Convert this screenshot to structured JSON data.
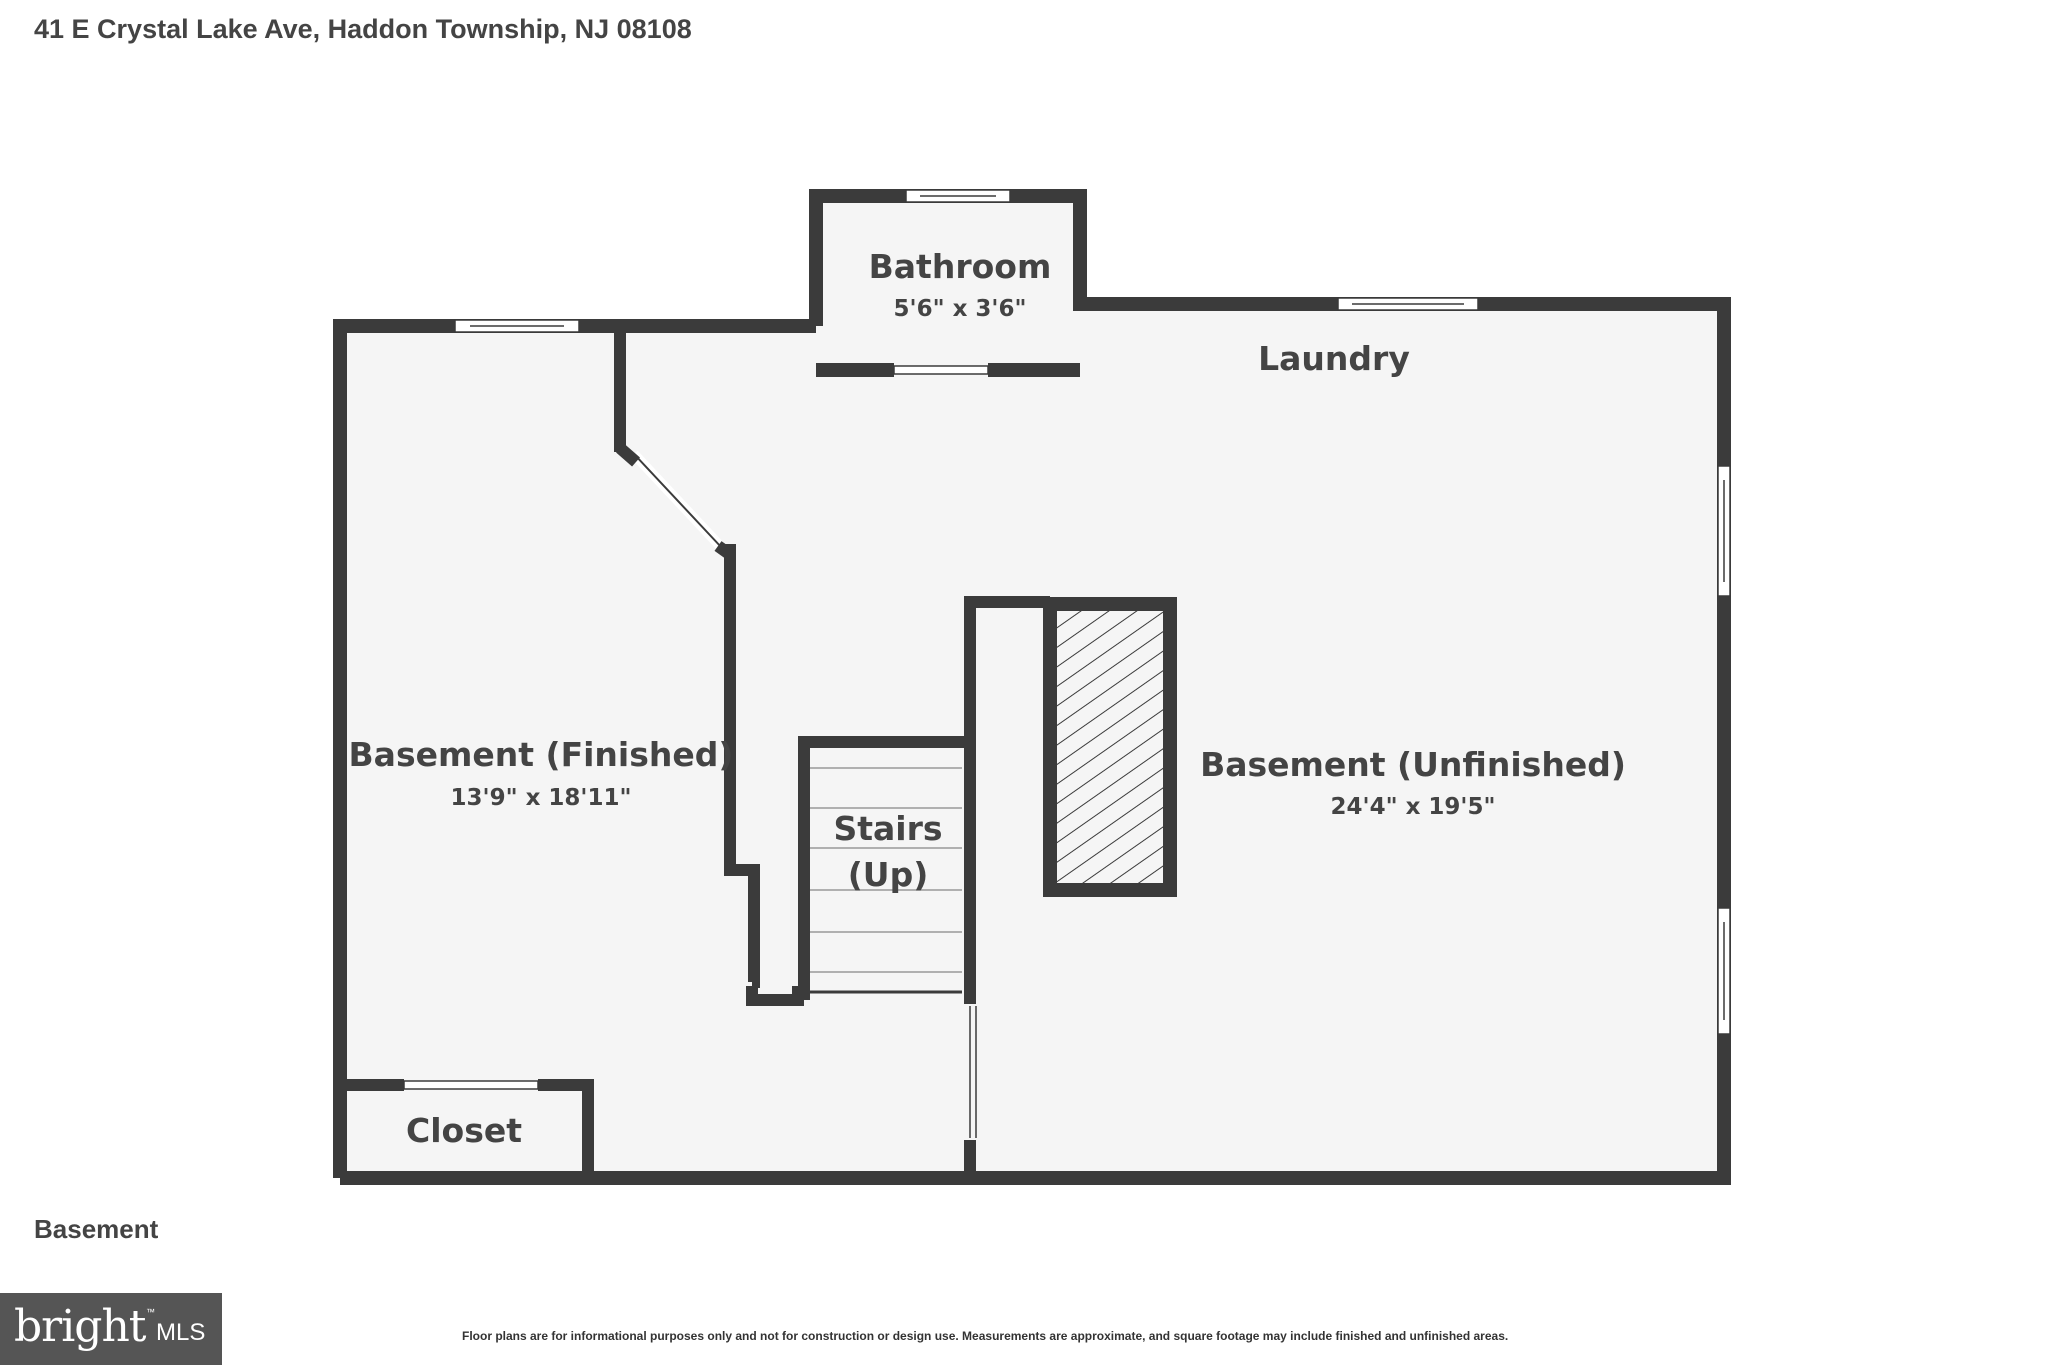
{
  "header": {
    "address": "41 E Crystal Lake Ave, Haddon Township, NJ 08108"
  },
  "floor": {
    "label": "Basement"
  },
  "rooms": [
    {
      "name": "Bathroom",
      "dimensions": "5'6\" x 3'6\""
    },
    {
      "name": "Laundry",
      "dimensions": ""
    },
    {
      "name": "Basement (Finished)",
      "dimensions": "13'9\" x 18'11\""
    },
    {
      "name": "Basement (Unfinished)",
      "dimensions": "24'4\" x 19'5\""
    },
    {
      "name": "Stairs",
      "name2": "(Up)",
      "dimensions": ""
    },
    {
      "name": "Closet",
      "dimensions": ""
    }
  ],
  "footer": {
    "disclaimer": "Floor plans are for informational purposes only and not for construction or design use. Measurements are approximate, and square footage may include finished and unfinished areas.",
    "logo_word": "bright",
    "logo_mls": "MLS",
    "logo_tm": "™"
  },
  "colors": {
    "wall": "#3b3b3b",
    "floor": "#f5f5f5",
    "text": "#444444",
    "logo_bg": "#555555"
  }
}
